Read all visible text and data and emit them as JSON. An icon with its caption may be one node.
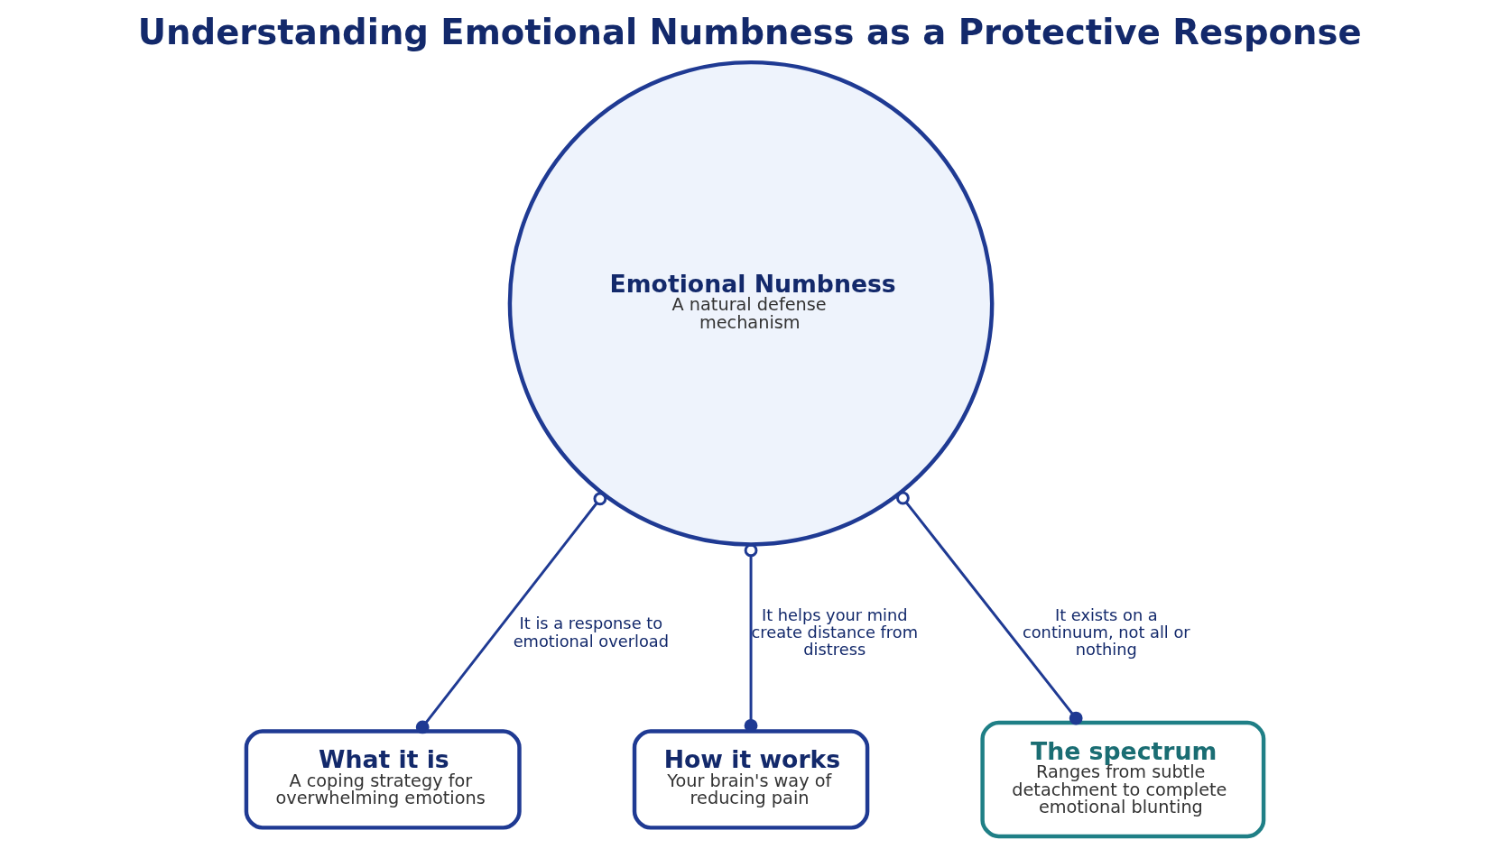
{
  "diagram": {
    "title": "Understanding Emotional Numbness as a Protective Response",
    "nodes": [
      {
        "text": [
          "Emotional Numbness",
          "A natural defense mechanism"
        ]
      },
      {
        "text": [
          "What it is",
          "A coping strategy for overwhelming emotions"
        ]
      },
      {
        "text": [
          "How it works",
          "Your brain's way of reducing pain"
        ]
      },
      {
        "text": [
          "The spectrum",
          "Ranges from subtle detachment to complete emotional blunting"
        ]
      }
    ],
    "edges": [
      {
        "from": 0,
        "to": 1,
        "arrow": "other",
        "label": "It is a response to emotional overload"
      },
      {
        "from": 0,
        "to": 2,
        "arrow": "other",
        "label": "It helps your mind create distance from distress"
      },
      {
        "from": 0,
        "to": 3,
        "arrow": "other",
        "label": "It exists on a continuum, not all or nothing"
      }
    ]
  }
}
